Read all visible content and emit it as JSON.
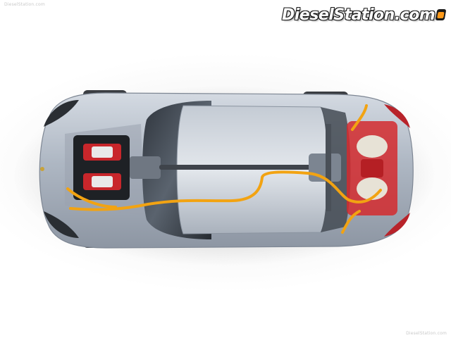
{
  "watermark": {
    "top_left": "DieselStation.com",
    "bottom_right": "DieselStation.com"
  },
  "logo": {
    "text": "DieselStation.com"
  },
  "palette": {
    "body": "#b7c0cc",
    "glass": "#4d5560",
    "engine_red": "#c8262b",
    "cable": "#f2a312",
    "battery_red": "#d42a2e"
  }
}
